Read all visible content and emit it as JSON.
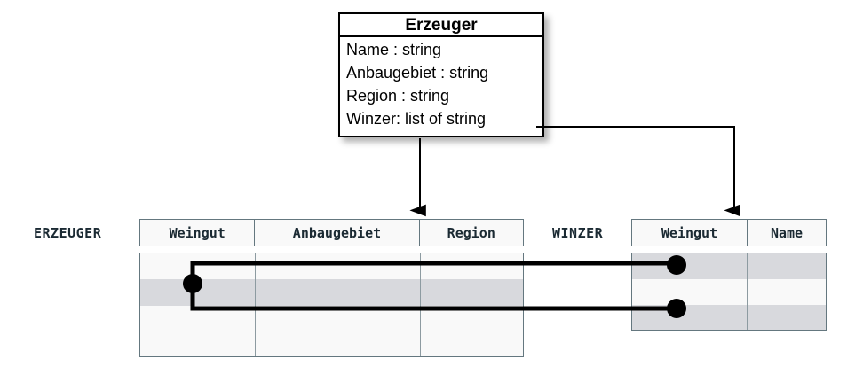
{
  "diagram": {
    "kind": "uml-class-to-relational-mapping",
    "colors": {
      "background": "#ffffff",
      "class_border": "#000000",
      "table_border": "#64777f",
      "table_cell_divider": "#8d9ba1",
      "table_background": "#f9f9f9",
      "row_highlight": "#d8d9dd",
      "link_line": "#000000"
    }
  },
  "uml_class": {
    "name": "Erzeuger",
    "attributes": [
      "Name : string",
      "Anbaugebiet : string",
      "Region : string",
      "Winzer: list of string"
    ]
  },
  "tables": [
    {
      "id": "erzeuger",
      "label": "ERZEUGER",
      "columns": [
        "Weingut",
        "Anbaugebiet",
        "Region"
      ],
      "row_count": 4,
      "highlighted_rows": [
        2
      ]
    },
    {
      "id": "winzer",
      "label": "WINZER",
      "columns": [
        "Weingut",
        "Name"
      ],
      "row_count": 3,
      "highlighted_rows": [
        1,
        3
      ]
    }
  ],
  "arrows": [
    {
      "id": "arrow-class-to-erzeuger",
      "from": "uml-class-bottom",
      "to": "erzeuger-table-header"
    },
    {
      "id": "arrow-winzer-attr-to-winzer",
      "from": "uml-attr-winzer",
      "to": "winzer-table-weingut-column"
    }
  ],
  "links": [
    {
      "id": "link-erzeuger-row2-to-winzer-row1",
      "from": "erzeuger-row-2",
      "to": "winzer-row-1"
    },
    {
      "id": "link-erzeuger-row2-to-winzer-row3",
      "from": "erzeuger-row-2",
      "to": "winzer-row-3"
    }
  ]
}
